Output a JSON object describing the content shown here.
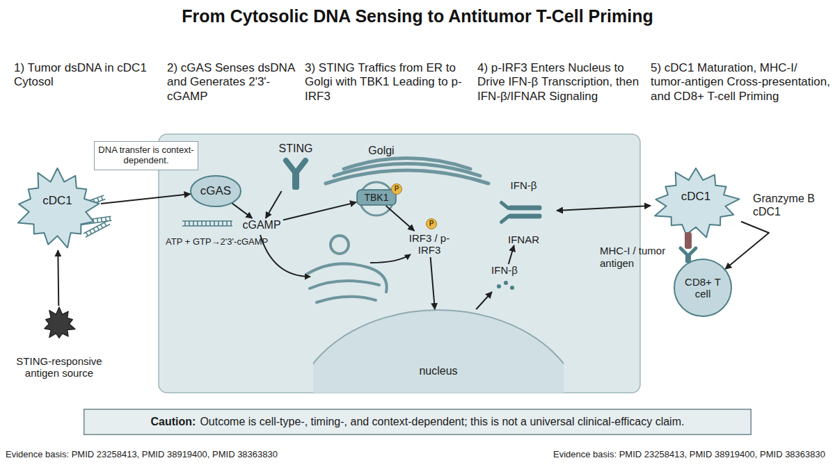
{
  "diagram": {
    "title": "From Cytosolic DNA Sensing to Antitumor T-Cell Priming",
    "nodes": [
      {
        "text": [
          "cDC1"
        ]
      },
      {
        "text": [
          "DNA transfer is context-dependent."
        ]
      },
      {
        "text": [
          "STING-responsive antigen source"
        ]
      },
      {
        "text": [
          "cGAS"
        ]
      },
      {
        "text": [
          "STING"
        ]
      },
      {
        "text": [
          "Golgi"
        ]
      },
      {
        "text": [
          "cGAMP"
        ]
      },
      {
        "text": [
          "TBK1"
        ]
      },
      {
        "text": [
          "IRF3 / p-IRF3"
        ]
      },
      {
        "text": [
          "nucleus"
        ]
      },
      {
        "text": [
          "IFN-β"
        ]
      },
      {
        "text": [
          "IFN-β",
          "IFNAR"
        ]
      },
      {
        "text": [
          "cDC1"
        ]
      },
      {
        "text": [
          "CD8+ T cell"
        ]
      },
      {
        "text": [
          "Caution:",
          "Outcome is cell-type-, timing-, and context-dependent; this is not a universal clinical-efficacy claim."
        ]
      }
    ],
    "edges": [
      {
        "from": 2,
        "to": 0,
        "arrow": "to"
      },
      {
        "from": 0,
        "to": 3,
        "arrow": "to"
      },
      {
        "from": 3,
        "to": 6,
        "arrow": "to"
      },
      {
        "from": 4,
        "to": 6,
        "arrow": "to"
      },
      {
        "from": 6,
        "to": 7,
        "arrow": "to"
      },
      {
        "from": 7,
        "to": 8,
        "arrow": "to"
      },
      {
        "from": 8,
        "to": 9,
        "arrow": "to"
      },
      {
        "from": 9,
        "to": 10,
        "arrow": "to"
      },
      {
        "from": 10,
        "to": 11,
        "arrow": "to"
      },
      {
        "from": 11,
        "to": 12,
        "arrow": "both"
      },
      {
        "from": 12,
        "to": 13,
        "arrow": "to"
      }
    ],
    "labels": [
      "1) Tumor dsDNA in cDC1 Cytosol",
      "2) cGAS Senses dsDNA and Generates 2'3'-cGAMP",
      "3) STING Traffics from ER to Golgi with TBK1 Leading to p-IRF3",
      "4) p-IRF3 Enters Nucleus to Drive IFN-β Transcription, then IFN-β/IFNAR Signaling",
      "5) cDC1 Maturation, MHC-I/ tumor-antigen Cross-presentation, and CD8+ T-cell Priming",
      "ATP + GTP→2'3'-cGAMP",
      "P",
      "P",
      "Granzyme B cDC1",
      "MHC-I / tumor antigen",
      "Evidence basis: PMID 23258413, PMID 38919400, PMID 38363830",
      "Evidence basis: PMID 23258413, PMID 38919400, PMID 38363830"
    ]
  }
}
